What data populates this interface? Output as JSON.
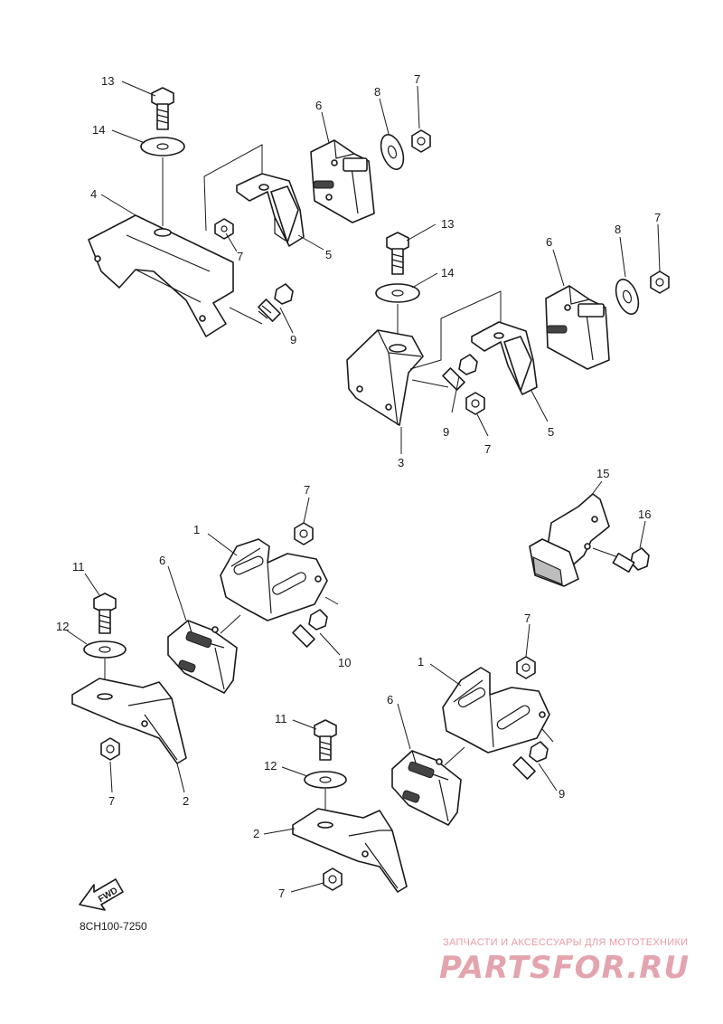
{
  "callouts": {
    "c13a": "13",
    "c14a": "14",
    "c4": "4",
    "c6a": "6",
    "c8a": "8",
    "c7a": "7",
    "c7b": "7",
    "c5a": "5",
    "c9a": "9",
    "c13b": "13",
    "c14b": "14",
    "c6b": "6",
    "c8b": "8",
    "c7c": "7",
    "c9b": "9",
    "c7d": "7",
    "c5b": "5",
    "c3": "3",
    "c7e": "7",
    "c1a": "1",
    "c6c": "6",
    "c11a": "11",
    "c12a": "12",
    "c10": "10",
    "c7f": "7",
    "c2a": "2",
    "c15": "15",
    "c16": "16",
    "c7g": "7",
    "c1b": "1",
    "c6d": "6",
    "c11b": "11",
    "c12b": "12",
    "c9c": "9",
    "c2b": "2",
    "c7h": "7"
  },
  "fwd_label": "FWD",
  "diagram_code": "8CH100-7250",
  "watermark": {
    "caption": "ЗАПЧАСТИ И АКСЕССУАРЫ ДЛЯ МОТОТЕХНИКИ",
    "logo": "PARTSFOR.RU",
    "color": "#e3a4ae"
  }
}
